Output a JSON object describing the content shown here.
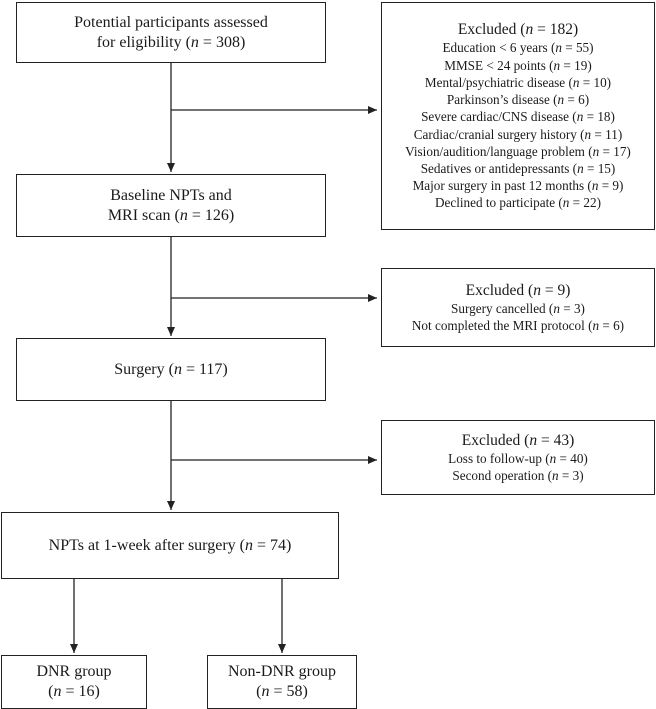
{
  "nodes": {
    "assessed": {
      "lines": [
        "Potential participants assessed",
        "for eligibility (n = 308)"
      ]
    },
    "baseline": {
      "lines": [
        "Baseline NPTs and",
        "MRI scan (n = 126)"
      ]
    },
    "surgery": {
      "lines": [
        "Surgery (n = 117)"
      ]
    },
    "followup": {
      "lines": [
        "NPTs at 1-week after surgery (n = 74)"
      ]
    },
    "dnr": {
      "lines": [
        "DNR group",
        "(n = 16)"
      ]
    },
    "nondnr": {
      "lines": [
        "Non-DNR group",
        "(n = 58)"
      ]
    }
  },
  "exclusions": {
    "first": {
      "title": "Excluded (n = 182)",
      "items": [
        "Education < 6 years (n = 55)",
        "MMSE < 24 points (n = 19)",
        "Mental/psychiatric disease (n = 10)",
        "Parkinson’s disease (n = 6)",
        "Severe cardiac/CNS disease (n = 18)",
        "Cardiac/cranial surgery history (n = 11)",
        "Vision/audition/language problem (n = 17)",
        "Sedatives or antidepressants (n = 15)",
        "Major surgery in past 12 months (n = 9)",
        "Declined to participate (n = 22)"
      ]
    },
    "second": {
      "title": "Excluded (n = 9)",
      "items": [
        "Surgery cancelled (n = 3)",
        "Not completed the MRI protocol (n = 6)"
      ]
    },
    "third": {
      "title": "Excluded (n = 43)",
      "items": [
        "Loss to follow-up (n = 40)",
        "Second operation (n = 3)"
      ]
    }
  }
}
